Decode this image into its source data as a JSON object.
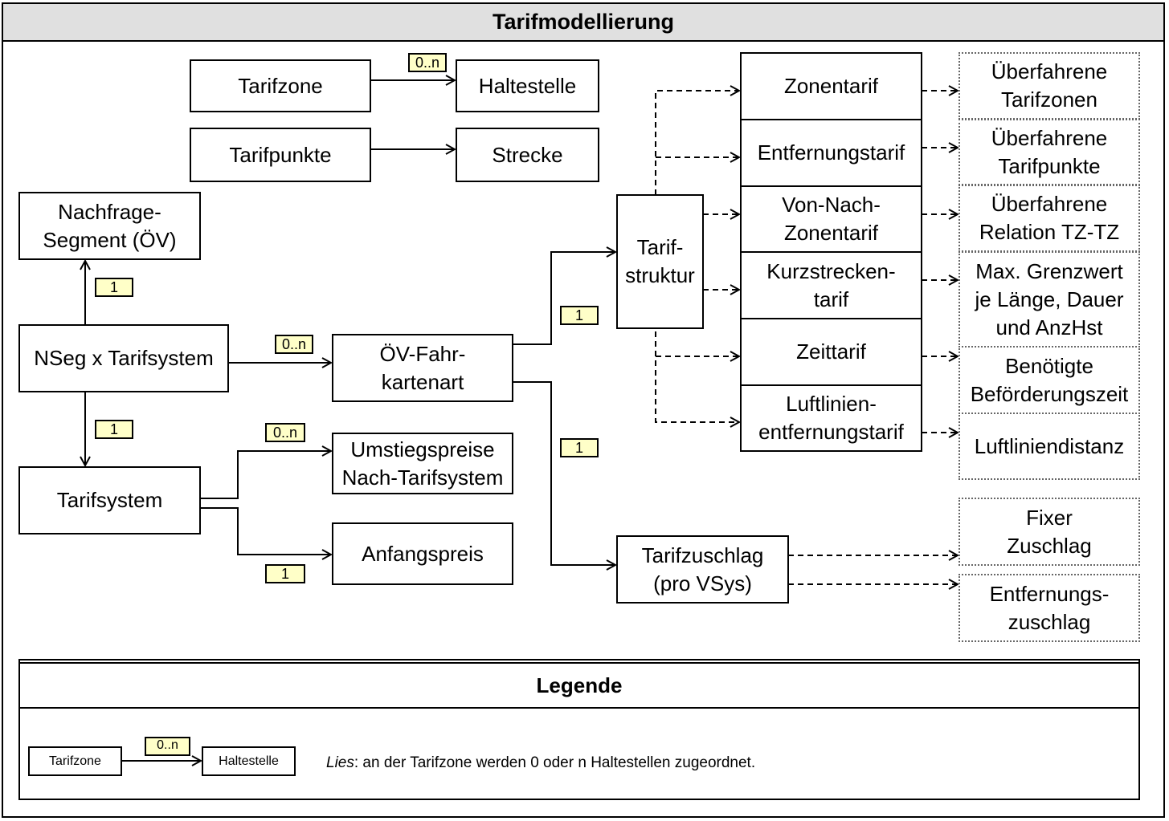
{
  "title": "Tarifmodellierung",
  "entities": {
    "tarifzone": "Tarifzone",
    "haltestelle": "Haltestelle",
    "tarifpunkte": "Tarifpunkte",
    "strecke": "Strecke",
    "nachfragesegment": "Nachfrage-\nSegment (ÖV)",
    "nseg_tarifsystem": "NSeg x Tarifsystem",
    "tarifsystem": "Tarifsystem",
    "oev_fahrkartenart": "ÖV-Fahr-\nkartenart",
    "umstiegspreise": "Umstiegspreise\nNach-Tarifsystem",
    "anfangspreis": "Anfangspreis",
    "tarifstruktur": "Tarif-\nstruktur",
    "tarifzuschlag": "Tarifzuschlag\n(pro VSys)"
  },
  "tariff_types": [
    "Zonentarif",
    "Entfernungstarif",
    "Von-Nach-\nZonentarif",
    "Kurzstrecken-\ntarif",
    "Zeittarif",
    "Luftlinien-\nentfernungstarif"
  ],
  "tariff_attributes": [
    "Überfahrene\nTarifzonen",
    "Überfahrene\nTarifpunkte",
    "Überfahrene\nRelation TZ-TZ",
    "Max. Grenzwert\nje Länge, Dauer\nund AnzHst",
    "Benötigte\nBeförderungszeit",
    "Luftliniendistanz"
  ],
  "surcharge_attributes": [
    "Fixer\nZuschlag",
    "Entfernungs-\nzuschlag"
  ],
  "cardinalities": {
    "tarifzone_haltestelle": "0..n",
    "nseg_nachfragesegment": "1",
    "nseg_fahrkartenart": "0..n",
    "nseg_tarifsystem": "1",
    "tarifsystem_umstiegspreise": "0..n",
    "tarifsystem_anfangspreis": "1",
    "fahrkartenart_tarifstruktur": "1",
    "fahrkartenart_tarifzuschlag": "1"
  },
  "legend": {
    "title": "Legende",
    "source": "Tarifzone",
    "target": "Haltestelle",
    "cardinality": "0..n",
    "read_label": "Lies",
    "read_text": ": an der Tarifzone werden 0 oder n Haltestellen zugeordnet."
  }
}
